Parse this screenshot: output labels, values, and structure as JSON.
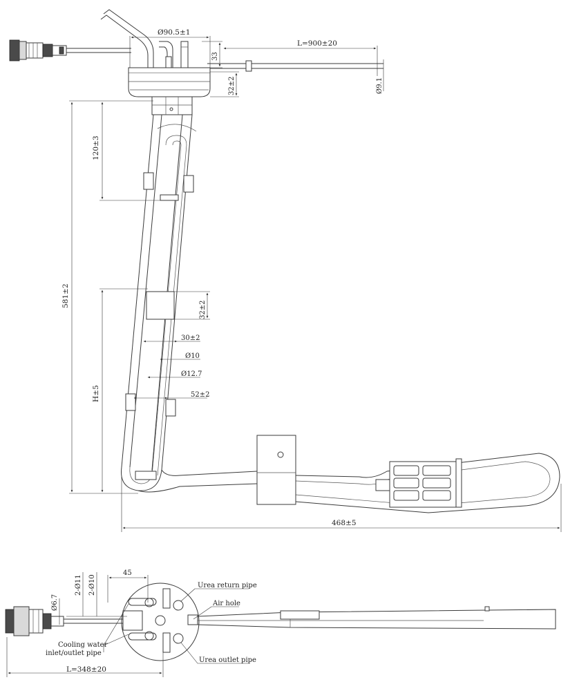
{
  "dimensions": {
    "d_flange": "Ø90.5±1",
    "cable_length": "L=900±20",
    "d_33": "33",
    "d_32_flange": "32±2",
    "d_9_1": "Ø9.1",
    "d_120": "120±3",
    "d_581": "581±2",
    "d_32_clip": "32±2",
    "d_30": "30±2",
    "d_10": "Ø10",
    "d_12_7": "Ø12.7",
    "d_52": "52±2",
    "d_H": "H±5",
    "d_468": "468±5",
    "d_45": "45",
    "d_2_11": "2-Ø11",
    "d_2_10": "2-Ø10",
    "d_6_7": "Ø6.7",
    "cable_length_bottom": "L=348±20"
  },
  "labels": {
    "urea_return": "Urea return pipe",
    "air_hole": "Air hole",
    "cooling_line1": "Cooling water",
    "cooling_line2": "inlet/outlet pipe",
    "urea_outlet": "Urea outlet pipe"
  }
}
